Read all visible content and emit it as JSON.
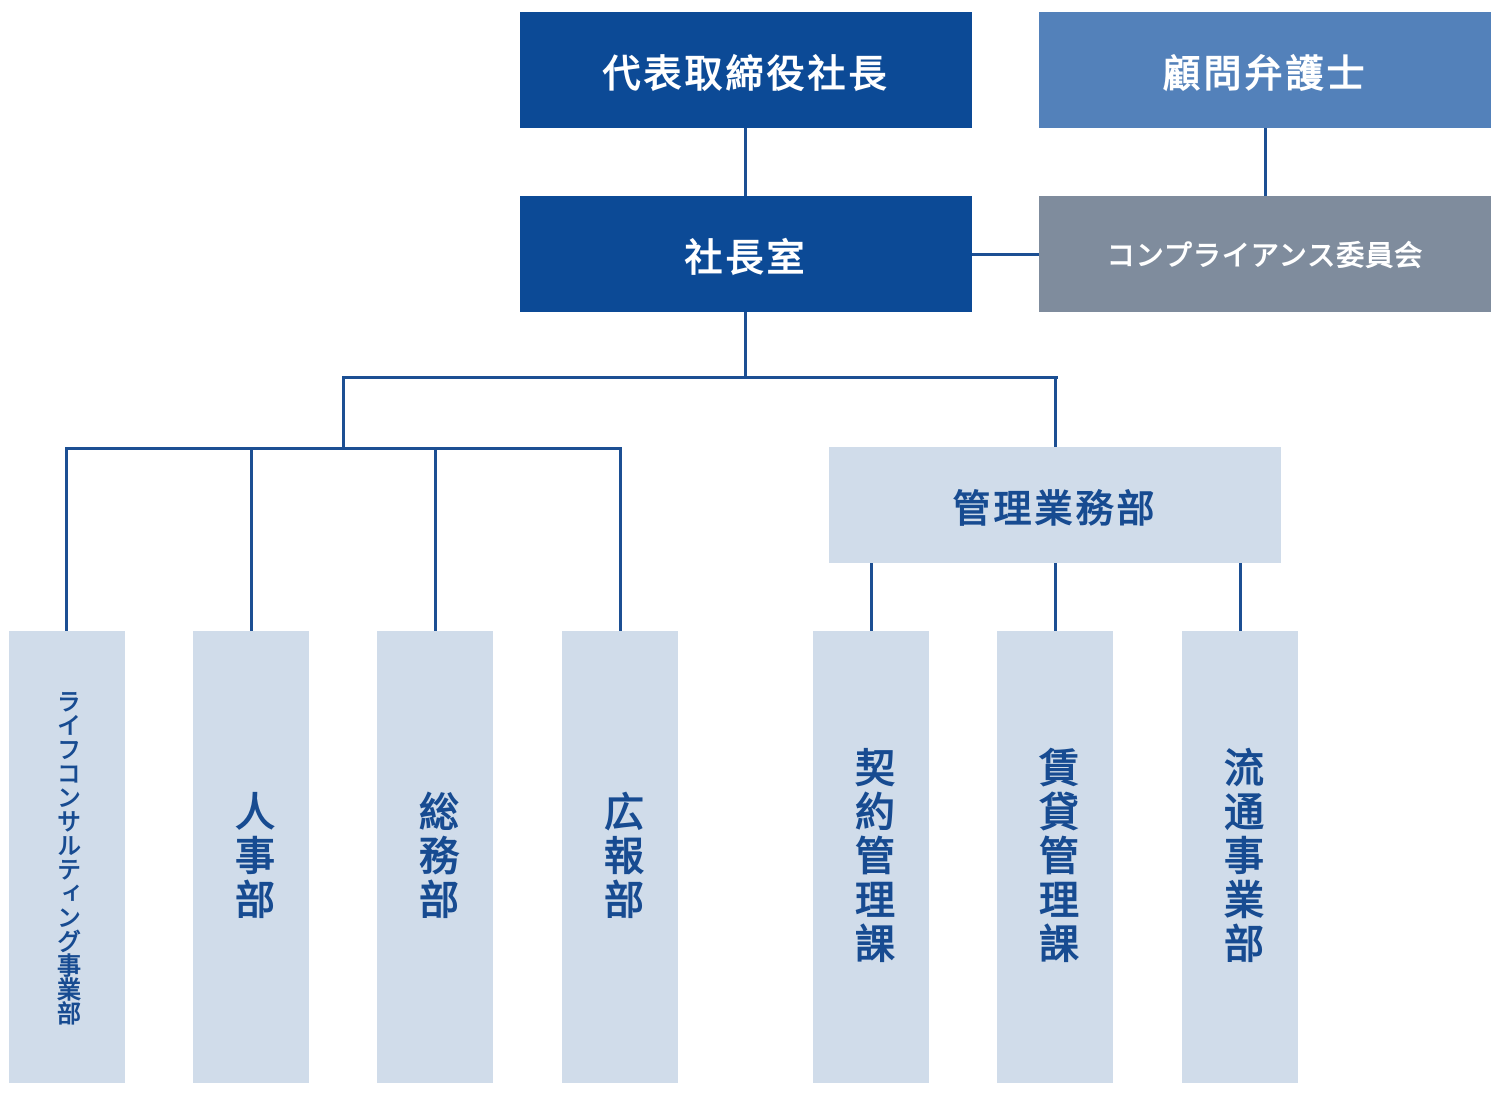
{
  "top": {
    "president": "代表取締役社長",
    "advisor": "顧問弁護士"
  },
  "middle": {
    "office": "社長室",
    "compliance": "コンプライアンス委員会"
  },
  "management": {
    "title": "管理業務部"
  },
  "departments": [
    "ライフコンサルティング事業部",
    "人事部",
    "総務部",
    "広報部"
  ],
  "sections": [
    "契約管理課",
    "賃貸管理課",
    "流通事業部"
  ],
  "colors": {
    "dark": "#0c4a96",
    "advisor": "#5381ba",
    "compliance": "#7f8c9d",
    "light": "#d0dcea",
    "line": "#1c4f93"
  }
}
